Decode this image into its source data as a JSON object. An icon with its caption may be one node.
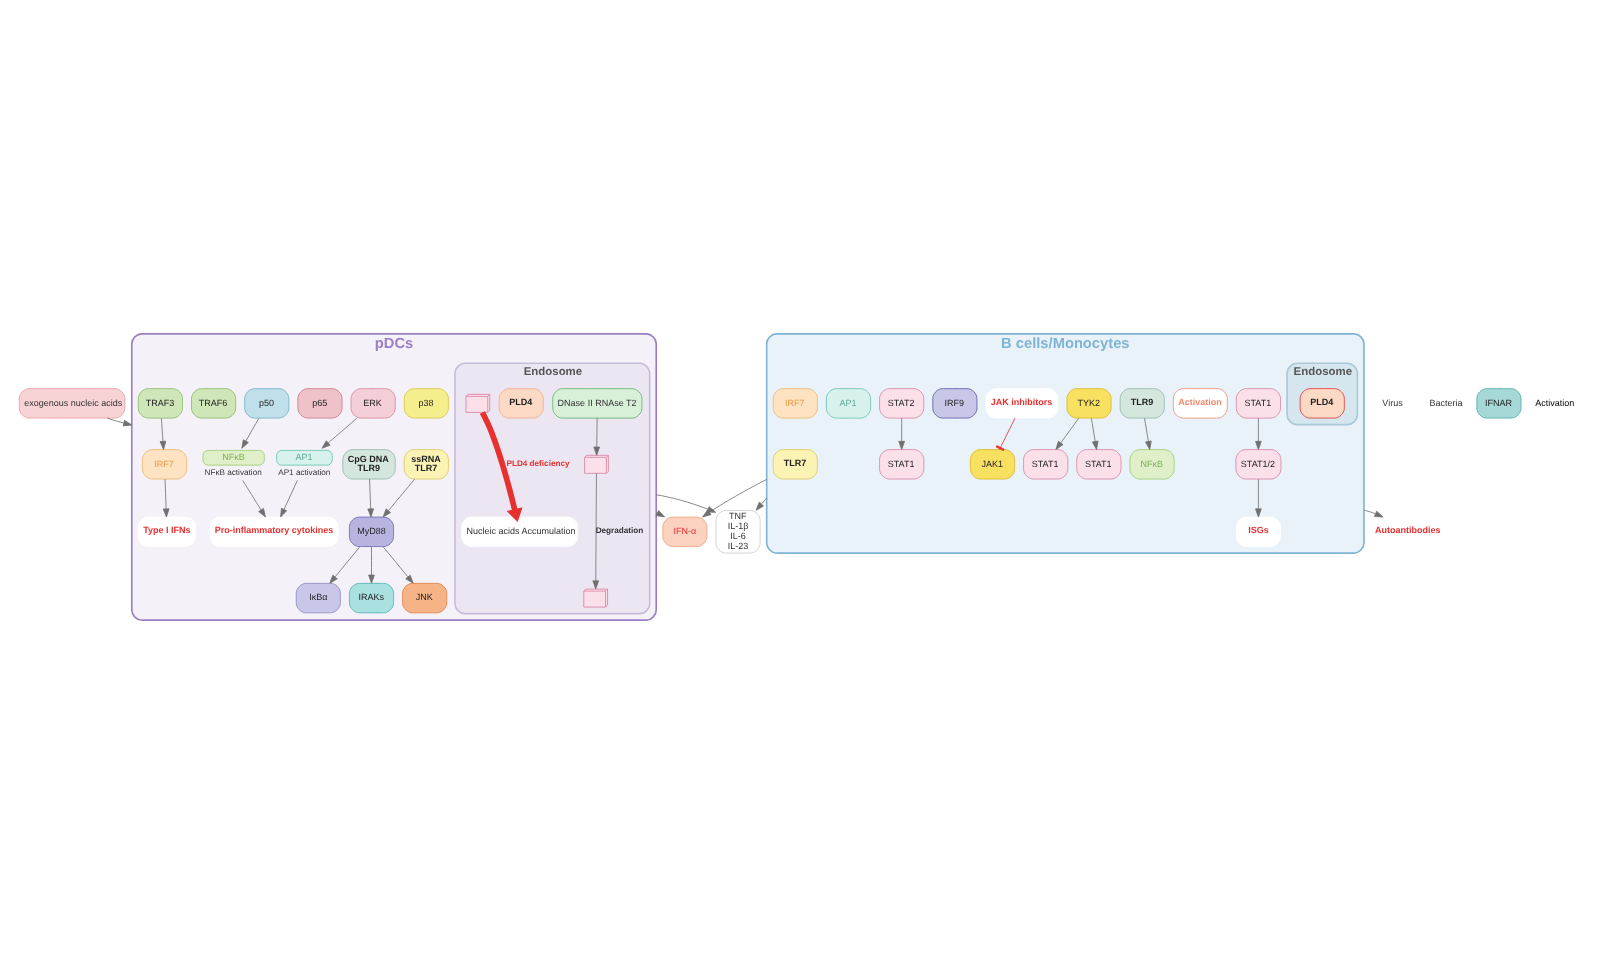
{
  "diagram": {
    "nodes": [
      {
        "text": [
          "pDCs"
        ]
      },
      {
        "text": [
          "Endosome"
        ],
        "in": 0
      },
      {
        "text": [],
        "shape": "picture",
        "in": 1
      },
      {
        "text": [],
        "shape": "picture",
        "in": 1
      },
      {
        "text": [
          "DNase II RNAse T2"
        ],
        "in": 1
      },
      {
        "text": [
          "PLD4"
        ],
        "in": 1
      },
      {
        "text": [],
        "shape": "picture",
        "in": 1
      },
      {
        "text": [
          "Nucleic acids Accumulation"
        ],
        "in": 1
      },
      {
        "text": [
          "ssRNA",
          "TLR7"
        ],
        "in": 0
      },
      {
        "text": [
          "CpG DNA",
          "TLR9"
        ],
        "in": 0
      },
      {
        "text": [
          "MyD88"
        ],
        "in": 0
      },
      {
        "text": [
          "JNK"
        ],
        "in": 0
      },
      {
        "text": [
          "p38"
        ],
        "in": 0
      },
      {
        "text": [
          "ERK"
        ],
        "in": 0
      },
      {
        "text": [
          "IκBα"
        ],
        "in": 0
      },
      {
        "text": [
          "p65"
        ],
        "in": 0
      },
      {
        "text": [
          "p50"
        ],
        "in": 0
      },
      {
        "text": [
          "IRAKs"
        ],
        "in": 0
      },
      {
        "text": [
          "TRAF6"
        ],
        "in": 0
      },
      {
        "text": [
          "TRAF3"
        ],
        "in": 0
      },
      {
        "text": [
          "AP1"
        ],
        "beside": [
          "AP1 activation"
        ],
        "in": 0
      },
      {
        "text": [
          "NFκB"
        ],
        "beside": [
          "NFκB activation"
        ],
        "in": 0
      },
      {
        "text": [
          "Pro-inflammatory cytokines"
        ],
        "in": 0
      },
      {
        "text": [
          "IRF7"
        ],
        "in": 0
      },
      {
        "text": [
          "Type I IFNs"
        ],
        "in": 0
      },
      {
        "text": [
          "Virus"
        ]
      },
      {
        "text": [
          "Bacteria"
        ]
      },
      {
        "text": [
          "exogenous nucleic acids"
        ]
      },
      {
        "text": [
          "Autoantibodies"
        ]
      },
      {
        "text": [
          "TNF",
          "IL-1β",
          "IL-6",
          "IL-23"
        ]
      },
      {
        "text": [
          "IFN-α"
        ]
      },
      {
        "text": [
          "B cells/Monocytes"
        ]
      },
      {
        "text": [
          "Endosome"
        ],
        "in": 31
      },
      {
        "text": [
          "PLD4"
        ],
        "in": 32
      },
      {
        "text": [
          "TLR7"
        ],
        "in": 31
      },
      {
        "text": [
          "TLR9"
        ],
        "in": 31
      },
      {
        "text": [
          "Activation"
        ],
        "in": 31
      },
      {
        "text": [
          "IFNAR"
        ]
      },
      {
        "text": [
          "JAK1"
        ],
        "in": 31
      },
      {
        "text": [
          "TYK2"
        ],
        "in": 31
      },
      {
        "text": [
          "JAK inhibitors"
        ],
        "in": 31
      },
      {
        "text": [
          "STAT1"
        ],
        "in": 31
      },
      {
        "text": [
          "STAT2"
        ],
        "in": 31
      },
      {
        "text": [
          "IRF9"
        ],
        "in": 31
      },
      {
        "text": [
          "STAT1"
        ],
        "in": 31
      },
      {
        "text": [
          "STAT1"
        ],
        "in": 31
      },
      {
        "text": [
          "AP1"
        ],
        "in": 31
      },
      {
        "text": [
          "NFκB"
        ],
        "in": 31
      },
      {
        "text": [
          "IRF7"
        ],
        "in": 31
      },
      {
        "text": [
          "STAT1"
        ],
        "in": 31
      },
      {
        "text": [
          "STAT1/2"
        ],
        "in": 31
      },
      {
        "text": [
          "ISGs"
        ],
        "in": 31
      }
    ],
    "edges": [
      {
        "from": 3,
        "to": 2,
        "arrow": "to",
        "label": "Degradation"
      },
      {
        "from": 4,
        "to": 3,
        "arrow": "to"
      },
      {
        "from": 6,
        "to": 7,
        "arrow": "to",
        "label": "PLD4 deficiency",
        "style": "thick",
        "color": "#e8302f"
      },
      {
        "from": 8,
        "to": 10,
        "arrow": "to"
      },
      {
        "from": 9,
        "to": 10,
        "arrow": "to"
      },
      {
        "from": 10,
        "to": 11,
        "arrow": "to"
      },
      {
        "from": 10,
        "to": 14,
        "arrow": "to"
      },
      {
        "from": 10,
        "to": 17,
        "arrow": "to"
      },
      {
        "from": 13,
        "to": 20,
        "arrow": "to"
      },
      {
        "from": 16,
        "to": 21,
        "arrow": "to"
      },
      {
        "from": 19,
        "to": 23,
        "arrow": "to"
      },
      {
        "from": 20,
        "to": 22,
        "arrow": "to"
      },
      {
        "from": 21,
        "to": 22,
        "arrow": "to"
      },
      {
        "from": 23,
        "to": 24,
        "arrow": "to"
      },
      {
        "from": 27,
        "to": 0,
        "arrow": "to"
      },
      {
        "from": 0,
        "to": 29,
        "arrow": "to"
      },
      {
        "from": 0,
        "to": 30,
        "arrow": "to"
      },
      {
        "from": 31,
        "to": 28,
        "arrow": "to"
      },
      {
        "from": 31,
        "to": 29,
        "arrow": "to"
      },
      {
        "from": 31,
        "to": 30,
        "arrow": "to"
      },
      {
        "from": 40,
        "to": 38,
        "arrow": "other",
        "color": "#e8302f"
      },
      {
        "from": 39,
        "to": 41,
        "arrow": "to"
      },
      {
        "from": 39,
        "to": 44,
        "arrow": "to"
      },
      {
        "from": 42,
        "to": 49,
        "arrow": "to"
      },
      {
        "from": 45,
        "to": 50,
        "arrow": "to"
      },
      {
        "from": 35,
        "to": 47,
        "arrow": "to"
      },
      {
        "from": 50,
        "to": 51,
        "arrow": "to"
      }
    ],
    "labels": [
      "Activation"
    ]
  }
}
